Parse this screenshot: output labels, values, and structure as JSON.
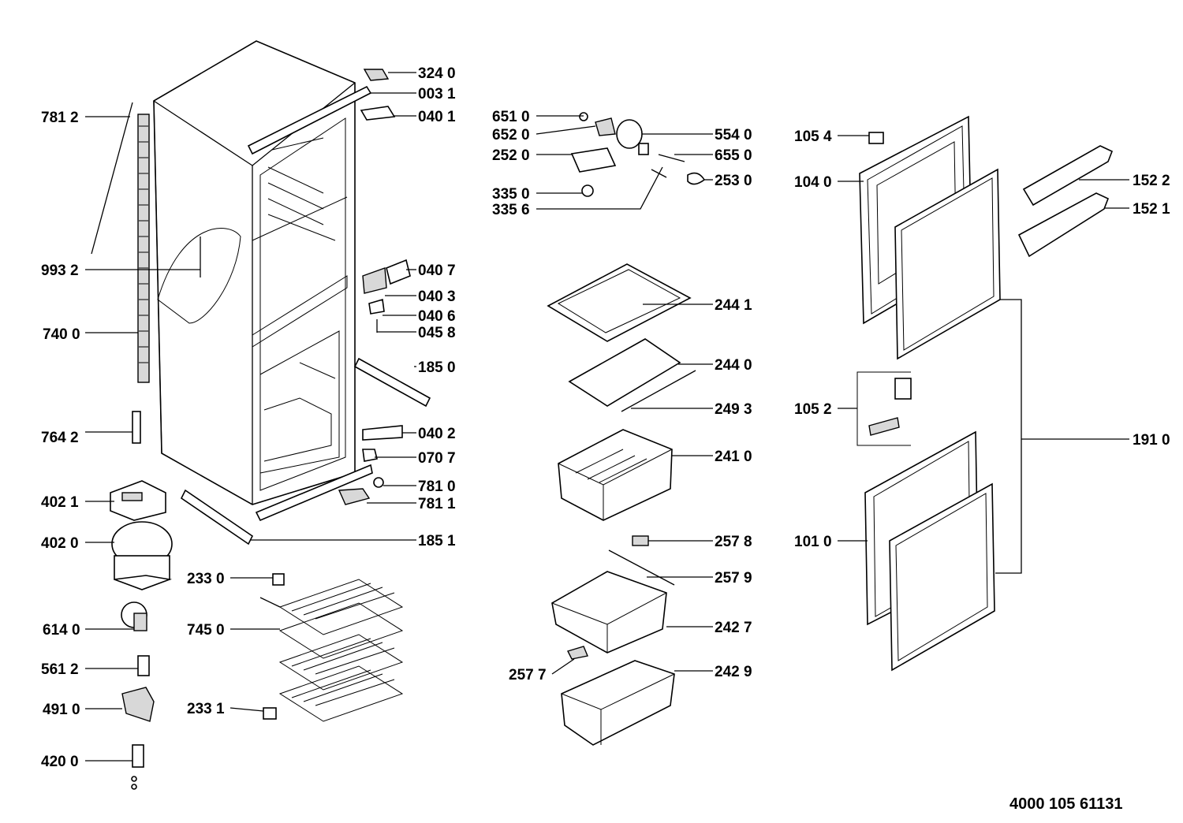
{
  "document_number": "4000 105 61131",
  "parts": [
    {
      "id": "p3240",
      "label": "324 0"
    },
    {
      "id": "p0031",
      "label": "003 1"
    },
    {
      "id": "p0401",
      "label": "040 1"
    },
    {
      "id": "p7812",
      "label": "781 2"
    },
    {
      "id": "p9932",
      "label": "993 2"
    },
    {
      "id": "p0407",
      "label": "040 7"
    },
    {
      "id": "p0403",
      "label": "040 3"
    },
    {
      "id": "p0406",
      "label": "040 6"
    },
    {
      "id": "p0458",
      "label": "045 8"
    },
    {
      "id": "p7400",
      "label": "740 0"
    },
    {
      "id": "p1850",
      "label": "185 0"
    },
    {
      "id": "p7642",
      "label": "764 2"
    },
    {
      "id": "p0402",
      "label": "040 2"
    },
    {
      "id": "p0707",
      "label": "070 7"
    },
    {
      "id": "p7810",
      "label": "781 0"
    },
    {
      "id": "p4021",
      "label": "402 1"
    },
    {
      "id": "p7811",
      "label": "781 1"
    },
    {
      "id": "p4020",
      "label": "402 0"
    },
    {
      "id": "p1851",
      "label": "185 1"
    },
    {
      "id": "p2330",
      "label": "233 0"
    },
    {
      "id": "p6140",
      "label": "614 0"
    },
    {
      "id": "p7450",
      "label": "745 0"
    },
    {
      "id": "p5612",
      "label": "561 2"
    },
    {
      "id": "p4910",
      "label": "491 0"
    },
    {
      "id": "p2331",
      "label": "233 1"
    },
    {
      "id": "p4200",
      "label": "420 0"
    },
    {
      "id": "p6510",
      "label": "651 0"
    },
    {
      "id": "p6520",
      "label": "652 0"
    },
    {
      "id": "p5540",
      "label": "554 0"
    },
    {
      "id": "p2520",
      "label": "252 0"
    },
    {
      "id": "p6550",
      "label": "655 0"
    },
    {
      "id": "p2530",
      "label": "253 0"
    },
    {
      "id": "p3350",
      "label": "335 0"
    },
    {
      "id": "p3356",
      "label": "335 6"
    },
    {
      "id": "p2441",
      "label": "244 1"
    },
    {
      "id": "p2440",
      "label": "244 0"
    },
    {
      "id": "p2493",
      "label": "249 3"
    },
    {
      "id": "p2410",
      "label": "241 0"
    },
    {
      "id": "p2578",
      "label": "257 8"
    },
    {
      "id": "p2579",
      "label": "257 9"
    },
    {
      "id": "p2427",
      "label": "242 7"
    },
    {
      "id": "p2577",
      "label": "257 7"
    },
    {
      "id": "p2429",
      "label": "242 9"
    },
    {
      "id": "p1054",
      "label": "105 4"
    },
    {
      "id": "p1040",
      "label": "104 0"
    },
    {
      "id": "p1522",
      "label": "152 2"
    },
    {
      "id": "p1521",
      "label": "152 1"
    },
    {
      "id": "p1052",
      "label": "105 2"
    },
    {
      "id": "p1910",
      "label": "191 0"
    },
    {
      "id": "p1010",
      "label": "101 0"
    }
  ]
}
